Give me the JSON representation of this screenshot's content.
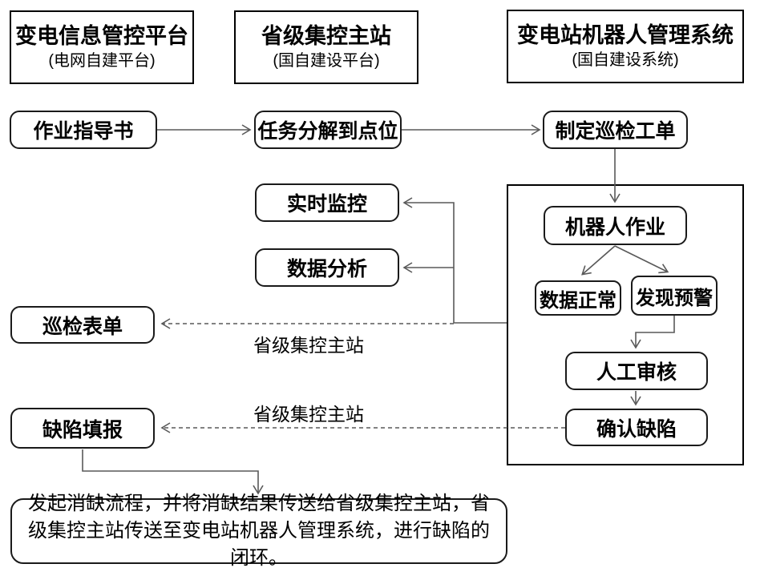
{
  "headers": [
    {
      "title": "变电信息管控平台",
      "subtitle": "(电网自建平台)"
    },
    {
      "title": "省级集控主站",
      "subtitle": "(国自建设平台)"
    },
    {
      "title": "变电站机器人管理系统",
      "subtitle": "(国自建设系统)"
    }
  ],
  "nodes": {
    "work_guide": "作业指导书",
    "task_decompose": "任务分解到点位",
    "create_order": "制定巡检工单",
    "realtime_monitor": "实时监控",
    "data_analysis": "数据分析",
    "inspection_form": "巡检表单",
    "robot_work": "机器人作业",
    "data_normal": "数据正常",
    "alert_found": "发现预警",
    "manual_review": "人工审核",
    "confirm_defect": "确认缺陷",
    "defect_report": "缺陷填报"
  },
  "edge_labels": {
    "upper": "省级集控主站",
    "lower": "省级集控主站"
  },
  "note": "发起消缺流程，并将消缺结果传送给省级集控主站，省级集控主站传送至变电站机器人管理系统，进行缺陷的闭环。",
  "colors": {
    "border": "#000000",
    "line": "#595959",
    "text": "#000000",
    "background": "#ffffff"
  }
}
